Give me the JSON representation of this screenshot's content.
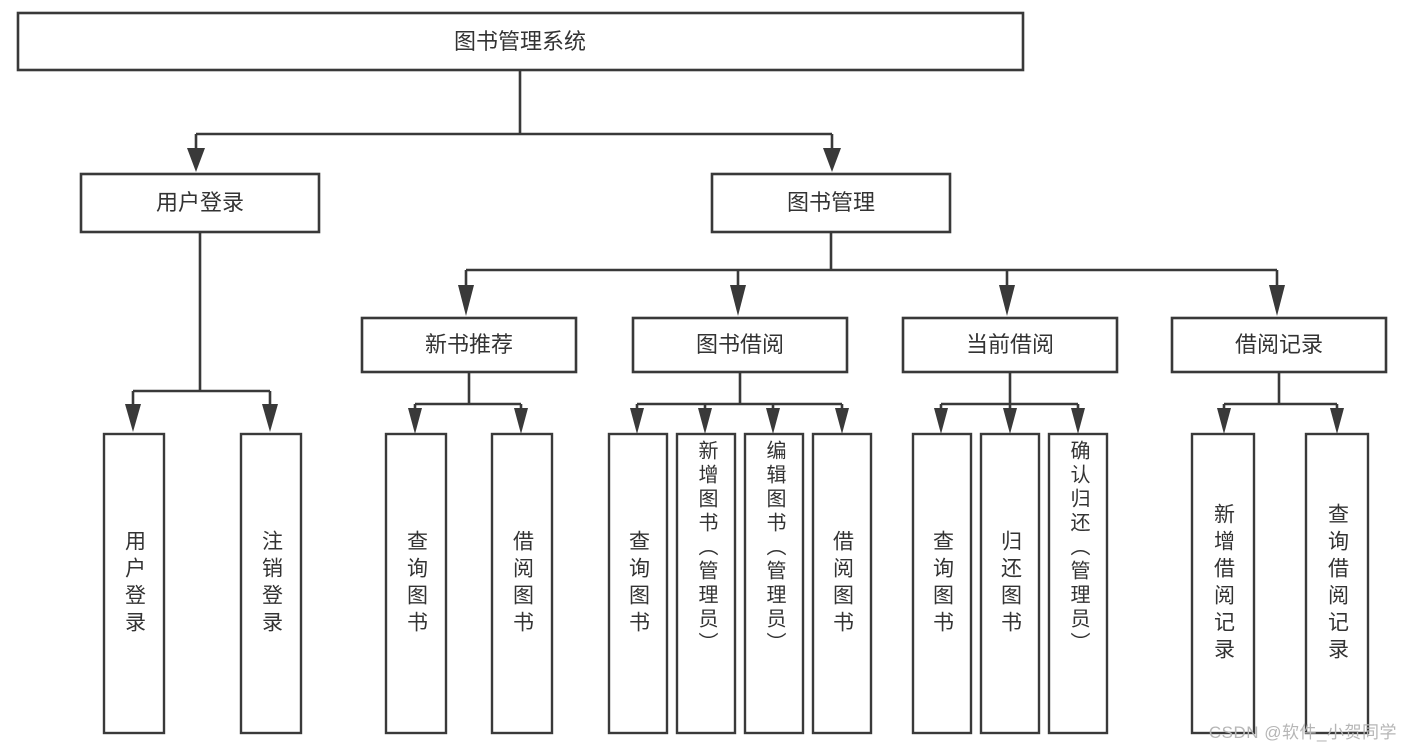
{
  "diagram": {
    "type": "tree-hierarchy-chart",
    "title": "图书管理系统",
    "watermark": "CSDN @软件_小贺同学",
    "colors": {
      "stroke": "#393939",
      "text": "#333333",
      "background": "#ffffff",
      "watermark": "#b6b6b6"
    },
    "levels": {
      "root": {
        "label": "图书管理系统"
      },
      "level2": [
        {
          "id": "user-login",
          "label": "用户登录"
        },
        {
          "id": "book-management",
          "label": "图书管理"
        }
      ],
      "level3": [
        {
          "id": "new-book-recommend",
          "label": "新书推荐",
          "parent": "book-management"
        },
        {
          "id": "book-borrow",
          "label": "图书借阅",
          "parent": "book-management"
        },
        {
          "id": "current-borrow",
          "label": "当前借阅",
          "parent": "book-management"
        },
        {
          "id": "borrow-record",
          "label": "借阅记录",
          "parent": "book-management"
        }
      ],
      "leaves": [
        {
          "id": "leaf-user-login",
          "label": "用户登录",
          "parent": "user-login"
        },
        {
          "id": "leaf-user-logout",
          "label": "注销登录",
          "parent": "user-login"
        },
        {
          "id": "leaf-query-book-1",
          "label": "查询图书",
          "parent": "new-book-recommend"
        },
        {
          "id": "leaf-borrow-book-1",
          "label": "借阅图书",
          "parent": "new-book-recommend"
        },
        {
          "id": "leaf-query-book-2",
          "label": "查询图书",
          "parent": "book-borrow"
        },
        {
          "id": "leaf-add-book",
          "label": "新增图书（管理员）",
          "parent": "book-borrow"
        },
        {
          "id": "leaf-edit-book",
          "label": "编辑图书（管理员）",
          "parent": "book-borrow"
        },
        {
          "id": "leaf-borrow-book-2",
          "label": "借阅图书",
          "parent": "book-borrow"
        },
        {
          "id": "leaf-query-book-3",
          "label": "查询图书",
          "parent": "current-borrow"
        },
        {
          "id": "leaf-return-book",
          "label": "归还图书",
          "parent": "current-borrow"
        },
        {
          "id": "leaf-confirm-return",
          "label": "确认归还（管理员）",
          "parent": "current-borrow"
        },
        {
          "id": "leaf-add-record",
          "label": "新增借阅记录",
          "parent": "borrow-record"
        },
        {
          "id": "leaf-query-record",
          "label": "查询借阅记录",
          "parent": "borrow-record"
        }
      ]
    }
  }
}
